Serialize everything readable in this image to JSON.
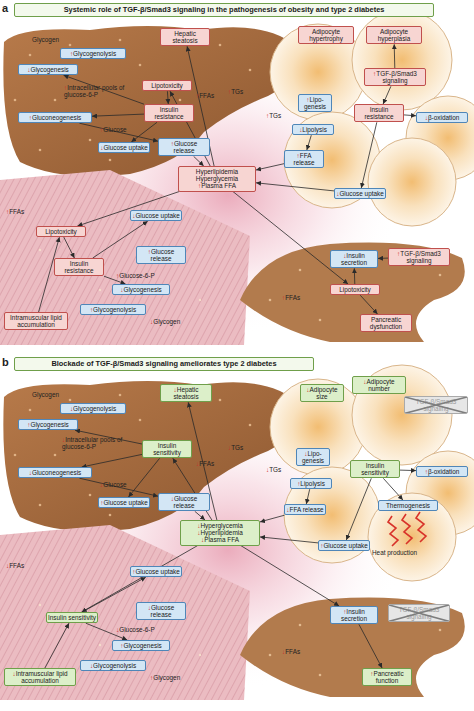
{
  "diagram": {
    "nodes": [
      {
        "text": [
          "Systemic role of TGF-β/Smad3 signaling in the pathogenesis of obesity and type 2 diabetes"
        ]
      },
      {
        "text": [
          "↑Glycogenolysis"
        ]
      },
      {
        "text": [
          "↓Glycogenesis"
        ]
      },
      {
        "text": [
          "Hepatic steatosis"
        ]
      },
      {
        "text": [
          "Lipotoxicity"
        ]
      },
      {
        "text": [
          "Insulin resistance"
        ]
      },
      {
        "text": [
          "↑Gluconeogenesis"
        ]
      },
      {
        "text": [
          "↓Glucose uptake"
        ]
      },
      {
        "text": [
          "↑Glucose release"
        ]
      },
      {
        "text": [
          "Hyperlipidemia",
          "Hyperglycemia",
          "↑Plasma FFA"
        ]
      },
      {
        "text": [
          "Adipocyte hypertrophy"
        ]
      },
      {
        "text": [
          "Adipocyte hyperplasia"
        ]
      },
      {
        "text": [
          "↑TGF-β/Smad3 signaling"
        ]
      },
      {
        "text": [
          "↑Lipo-genesis"
        ]
      },
      {
        "text": [
          "↓Lipolysis"
        ]
      },
      {
        "text": [
          "Insulin resistance"
        ]
      },
      {
        "text": [
          "↓β-oxidation"
        ]
      },
      {
        "text": [
          "↑FFA release"
        ]
      },
      {
        "text": [
          "↓Glucose uptake"
        ]
      },
      {
        "text": [
          "Lipotoxicity"
        ]
      },
      {
        "text": [
          "↓Glucose uptake"
        ]
      },
      {
        "text": [
          "Insulin resistance"
        ]
      },
      {
        "text": [
          "↑Glucose release"
        ]
      },
      {
        "text": [
          "↓Glycogenesis"
        ]
      },
      {
        "text": [
          "↑Glycogenolysis"
        ]
      },
      {
        "text": [
          "Intramuscular lipid accumulation"
        ]
      },
      {
        "text": [
          "↓Insulin secretion"
        ]
      },
      {
        "text": [
          "↑TGF-β/Smad3 signaling"
        ]
      },
      {
        "text": [
          "Lipotoxicity"
        ]
      },
      {
        "text": [
          "Pancreatic dysfunction"
        ]
      },
      {
        "text": [
          "Blockade of TGF-β/Smad3 signaling ameliorates type 2 diabetes"
        ]
      },
      {
        "text": [
          "↓Glycogenolysis"
        ]
      },
      {
        "text": [
          "↑Glycogenesis"
        ]
      },
      {
        "text": [
          "↓Hepatic steatosis"
        ]
      },
      {
        "text": [
          "Insulin sensitivity"
        ]
      },
      {
        "text": [
          "↓Gluconeogenesis"
        ]
      },
      {
        "text": [
          "↑Glucose uptake"
        ]
      },
      {
        "text": [
          "↓Glucose release"
        ]
      },
      {
        "text": [
          "↓Hyperglycemia",
          "↓Hyperlipidemia",
          "↓Plasma FFA"
        ]
      },
      {
        "text": [
          "↓Adipocyte size"
        ]
      },
      {
        "text": [
          "↓Adipocyte number"
        ]
      },
      {
        "text": [
          "TGF-β/Smad3 signaling"
        ]
      },
      {
        "text": [
          "↓Lipo-genesis"
        ]
      },
      {
        "text": [
          "↑Lipolysis"
        ]
      },
      {
        "text": [
          "Insulin sensitivity"
        ]
      },
      {
        "text": [
          "↑β-oxidation"
        ]
      },
      {
        "text": [
          "Thermogenesis"
        ]
      },
      {
        "text": [
          "↓FFA release"
        ]
      },
      {
        "text": [
          "↑Glucose uptake"
        ]
      },
      {
        "text": [
          "↑Glucose uptake"
        ]
      },
      {
        "text": [
          "Insulin sensitivity"
        ]
      },
      {
        "text": [
          "↓Glucose release"
        ]
      },
      {
        "text": [
          "↑Glycogenesis"
        ]
      },
      {
        "text": [
          "↓Glycogenolysis"
        ]
      },
      {
        "text": [
          "↓Intramuscular lipid accumulation"
        ]
      },
      {
        "text": [
          "↑Insulin secretion"
        ]
      },
      {
        "text": [
          "TGF-β/Smad3 signaling"
        ]
      },
      {
        "text": [
          "↑Pancreatic function"
        ]
      }
    ],
    "edges": [
      {
        "from": 4,
        "to": 5,
        "arrow": "to"
      },
      {
        "from": 5,
        "to": 2,
        "arrow": "to"
      },
      {
        "from": 5,
        "to": 6,
        "arrow": "to"
      },
      {
        "from": 5,
        "to": 7,
        "arrow": "to"
      },
      {
        "from": 6,
        "to": 8,
        "arrow": "to"
      },
      {
        "from": 8,
        "to": 9,
        "arrow": "to"
      },
      {
        "from": 9,
        "to": 4,
        "arrow": "to"
      },
      {
        "from": 9,
        "to": 3,
        "arrow": "to"
      },
      {
        "from": 12,
        "to": 11,
        "arrow": "to"
      },
      {
        "from": 12,
        "to": 15,
        "arrow": "to"
      },
      {
        "from": 15,
        "to": 16,
        "arrow": "to"
      },
      {
        "from": 15,
        "to": 18,
        "arrow": "to"
      },
      {
        "from": 14,
        "to": 17,
        "arrow": "to"
      },
      {
        "from": 17,
        "to": 9,
        "arrow": "to"
      },
      {
        "from": 18,
        "to": 9,
        "arrow": "to"
      },
      {
        "from": 9,
        "to": 19,
        "arrow": "to"
      },
      {
        "from": 19,
        "to": 21,
        "arrow": "to"
      },
      {
        "from": 21,
        "to": 20,
        "arrow": "to"
      },
      {
        "from": 21,
        "to": 23,
        "arrow": "to"
      },
      {
        "from": 25,
        "to": 19,
        "arrow": "to"
      },
      {
        "from": 9,
        "to": 28,
        "arrow": "to"
      },
      {
        "from": 28,
        "to": 26,
        "arrow": "to"
      },
      {
        "from": 27,
        "to": 26,
        "arrow": "to"
      },
      {
        "from": 28,
        "to": 29,
        "arrow": "to"
      },
      {
        "from": 34,
        "to": 32,
        "arrow": "to"
      },
      {
        "from": 34,
        "to": 35,
        "arrow": "to"
      },
      {
        "from": 34,
        "to": 36,
        "arrow": "to"
      },
      {
        "from": 35,
        "to": 37,
        "arrow": "to"
      },
      {
        "from": 37,
        "to": 38,
        "arrow": "to"
      },
      {
        "from": 38,
        "to": 33,
        "arrow": "to"
      },
      {
        "from": 38,
        "to": 34,
        "arrow": "to"
      },
      {
        "from": 44,
        "to": 45,
        "arrow": "to"
      },
      {
        "from": 44,
        "to": 48,
        "arrow": "to"
      },
      {
        "from": 44,
        "to": 46,
        "arrow": "to"
      },
      {
        "from": 43,
        "to": 47,
        "arrow": "to"
      },
      {
        "from": 47,
        "to": 38,
        "arrow": "to"
      },
      {
        "from": 48,
        "to": 38,
        "arrow": "to"
      },
      {
        "from": 38,
        "to": 50,
        "arrow": "to"
      },
      {
        "from": 50,
        "to": 49,
        "arrow": "to"
      },
      {
        "from": 50,
        "to": 52,
        "arrow": "to"
      },
      {
        "from": 54,
        "to": 50,
        "arrow": "to"
      },
      {
        "from": 38,
        "to": 55,
        "arrow": "to"
      },
      {
        "from": 55,
        "to": 57,
        "arrow": "to"
      }
    ],
    "labels": [
      "a",
      "Glycogen",
      "↑Intracellular pools of glucose-6-P",
      "↑Glucose",
      "↑TGs",
      "↑FFAs",
      "↑TGs",
      "↑FFAs",
      "↑FFAs",
      "↑Glucose-6-P",
      "↓Glycogen",
      "b",
      "Glycogen",
      "↓Intracellular pools of glucose-6-P",
      "↓Glucose",
      "↓TGs",
      "↓FFAs",
      "↓TGs",
      "Heat production",
      "↓FFAs",
      "↓FFAs",
      "↓Glucose-6-P",
      "↑Glycogen"
    ]
  }
}
